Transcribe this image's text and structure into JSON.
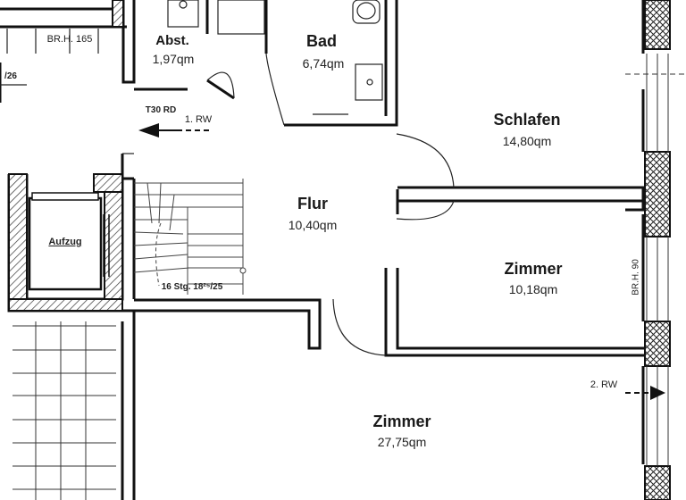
{
  "rooms": {
    "bad": {
      "name": "Bad",
      "area": "6,74qm"
    },
    "abst": {
      "name": "Abst.",
      "area": "1,97qm"
    },
    "schlafen": {
      "name": "Schlafen",
      "area": "14,80qm"
    },
    "flur": {
      "name": "Flur",
      "area": "10,40qm"
    },
    "zimmer_mid": {
      "name": "Zimmer",
      "area": "10,18qm"
    },
    "zimmer_big": {
      "name": "Zimmer",
      "area": "27,75qm"
    }
  },
  "labels": {
    "brh_165": "BR.H. 165",
    "brh_90": "BR.H. 90",
    "t30rd": "T30 RD",
    "rw1": "1. RW",
    "rw2": "2. RW",
    "aufzug": "Aufzug",
    "stairs": "16 Stg. 18²⁵/25",
    "partial": "/26"
  }
}
